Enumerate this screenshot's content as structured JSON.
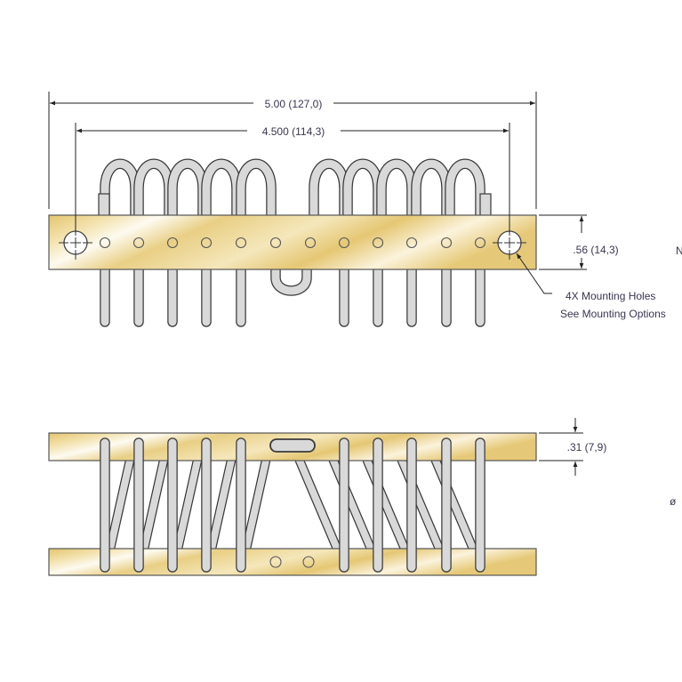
{
  "title": "Spring isolator mounting bar drawing",
  "dimensions": {
    "overall_length": "5.00 (127,0)",
    "hole_spacing": "4.500 (114,3)",
    "bar_width": ".56 (14,3)",
    "bar_thickness": ".31 (7,9)"
  },
  "notes": {
    "mounting_line1": "4X Mounting Holes",
    "mounting_line2": "See Mounting Options"
  },
  "clipped_text": {
    "right_edge_top": "N",
    "right_edge_bottom": "ø"
  },
  "colors": {
    "bar_gold": "#e6c978",
    "bar_light": "#fbf6e4",
    "coil_gray": "#d9d9d9",
    "outline": "#3a3a3a"
  }
}
